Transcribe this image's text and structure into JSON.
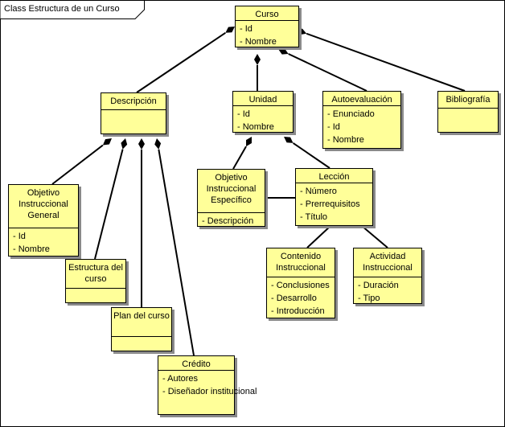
{
  "frame": {
    "title": "Class Estructura de un Curso"
  },
  "classes": {
    "curso": {
      "name": "Curso",
      "attrs": [
        "Id",
        "Nombre"
      ]
    },
    "descripcion": {
      "name": "Descripción",
      "attrs": []
    },
    "unidad": {
      "name": "Unidad",
      "attrs": [
        "Id",
        "Nombre"
      ]
    },
    "autoevaluacion": {
      "name": "Autoevaluación",
      "attrs": [
        "Enunciado",
        "Id",
        "Nombre"
      ]
    },
    "bibliografia": {
      "name": "Bibliografía",
      "attrs": []
    },
    "objetivo_general": {
      "name": "Objetivo Instruccional General",
      "attrs": [
        "Id",
        "Nombre"
      ]
    },
    "estructura": {
      "name": "Estructura del curso",
      "attrs": []
    },
    "plan": {
      "name": "Plan del curso",
      "attrs": []
    },
    "credito": {
      "name": "Crédito",
      "attrs": [
        "Autores",
        "Diseñador institucional"
      ]
    },
    "objetivo_especifico": {
      "name": "Objetivo Instruccional Específico",
      "attrs": [
        "Descripción"
      ]
    },
    "leccion": {
      "name": "Lección",
      "attrs": [
        "Número",
        "Prerrequisitos",
        "Título"
      ]
    },
    "contenido": {
      "name": "Contenido Instruccional",
      "attrs": [
        "Conclusiones",
        "Desarrollo",
        "Introducción"
      ]
    },
    "actividad": {
      "name": "Actividad Instruccional",
      "attrs": [
        "Duración",
        "Tipo"
      ]
    }
  },
  "relations": [
    {
      "from": "curso",
      "to": "descripcion",
      "kind": "composition"
    },
    {
      "from": "curso",
      "to": "unidad",
      "kind": "composition"
    },
    {
      "from": "curso",
      "to": "autoevaluacion",
      "kind": "composition"
    },
    {
      "from": "curso",
      "to": "bibliografia",
      "kind": "composition"
    },
    {
      "from": "descripcion",
      "to": "objetivo_general",
      "kind": "composition"
    },
    {
      "from": "descripcion",
      "to": "estructura",
      "kind": "composition"
    },
    {
      "from": "descripcion",
      "to": "plan",
      "kind": "composition"
    },
    {
      "from": "descripcion",
      "to": "credito",
      "kind": "composition"
    },
    {
      "from": "unidad",
      "to": "objetivo_especifico",
      "kind": "composition"
    },
    {
      "from": "unidad",
      "to": "leccion",
      "kind": "composition"
    },
    {
      "from": "objetivo_especifico",
      "to": "leccion",
      "kind": "association"
    },
    {
      "from": "leccion",
      "to": "contenido",
      "kind": "association"
    },
    {
      "from": "leccion",
      "to": "actividad",
      "kind": "association"
    }
  ]
}
